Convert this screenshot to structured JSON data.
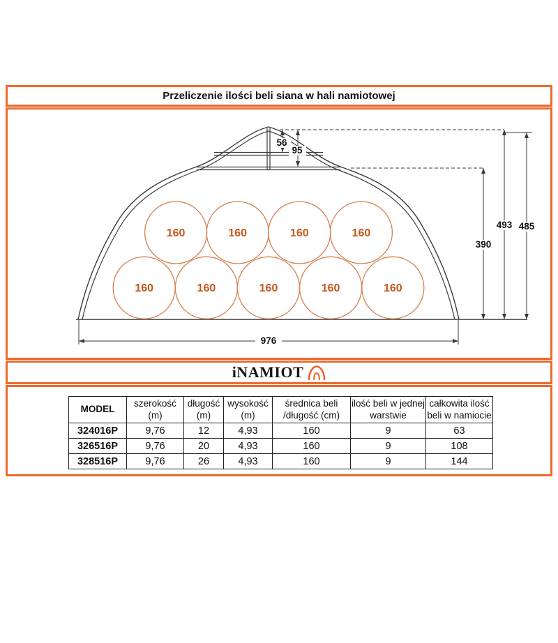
{
  "title": "Przeliczenie ilości beli siana w hali namiotowej",
  "logo": {
    "text": "iNAMIOT"
  },
  "diagram": {
    "bales": [
      "160",
      "160",
      "160",
      "160",
      "160",
      "160",
      "160",
      "160",
      "160"
    ],
    "dimensions": {
      "ridge_to_upper_beam": "56",
      "ridge_to_lower_beam": "95",
      "beam_height": "390",
      "ridge_height": "493",
      "arch_height": "485",
      "width": "976"
    }
  },
  "table": {
    "headers": [
      {
        "line1": "MODEL",
        "line2": ""
      },
      {
        "line1": "szerokość",
        "line2": "(m)"
      },
      {
        "line1": "długość",
        "line2": "(m)"
      },
      {
        "line1": "wysokość",
        "line2": "(m)"
      },
      {
        "line1": "średnica beli",
        "line2": "/długość (cm)"
      },
      {
        "line1": "ilość beli w jednej",
        "line2": "warstwie"
      },
      {
        "line1": "całkowita ilość",
        "line2": "beli w namiocie"
      }
    ],
    "rows": [
      [
        "324016P",
        "9,76",
        "12",
        "4,93",
        "160",
        "9",
        "63"
      ],
      [
        "326516P",
        "9,76",
        "20",
        "4,93",
        "160",
        "9",
        "108"
      ],
      [
        "328516P",
        "9,76",
        "26",
        "4,93",
        "160",
        "9",
        "144"
      ]
    ]
  }
}
